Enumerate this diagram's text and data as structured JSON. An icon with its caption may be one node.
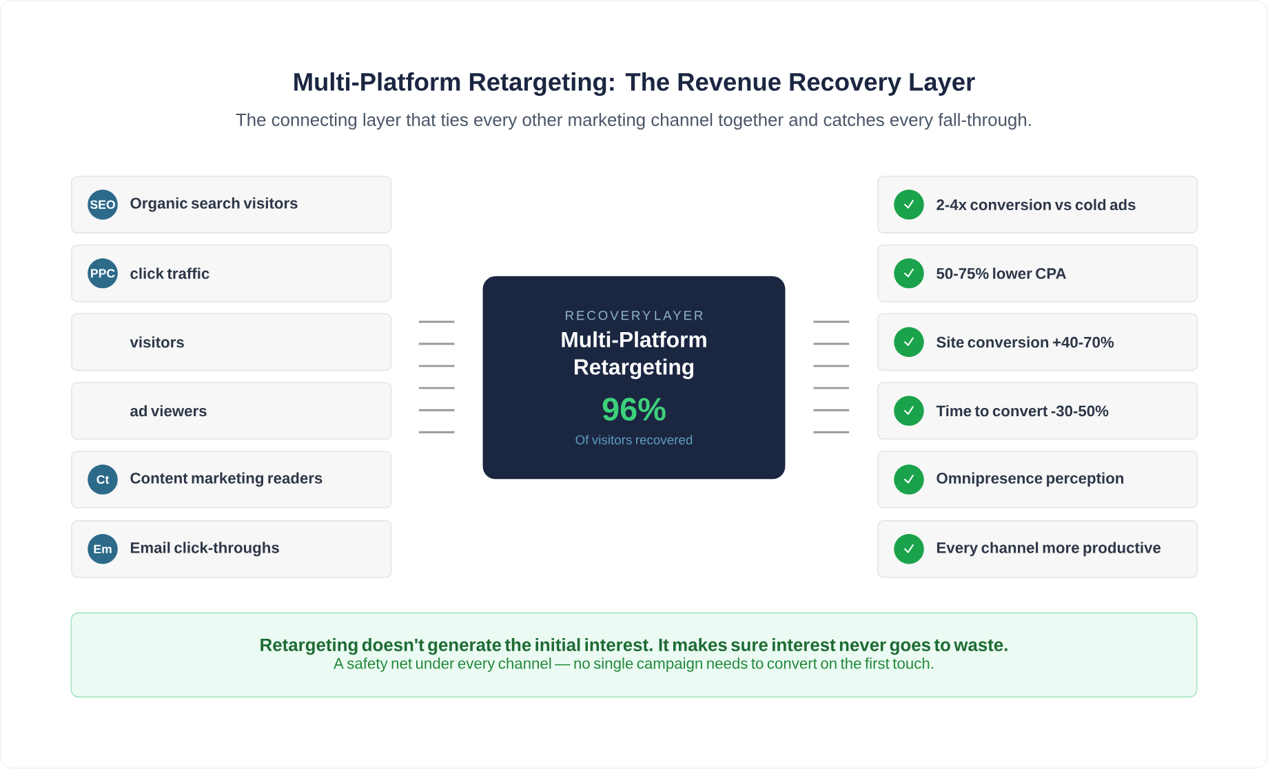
{
  "diagram": {
    "title": "Multi-Platform Retargeting: The Revenue Recovery Layer",
    "nodes": [
      {
        "text": [
          "Organic search visitors"
        ]
      },
      {
        "text": [
          "SEO"
        ],
        "in": 0
      },
      {
        "text": [
          "click traffic"
        ]
      },
      {
        "text": [
          "PPC"
        ],
        "in": 2
      },
      {
        "text": [
          "visitors"
        ]
      },
      {
        "text": [
          "ad viewers"
        ]
      },
      {
        "text": [
          "Content marketing readers"
        ]
      },
      {
        "text": [
          "Ct"
        ],
        "in": 6
      },
      {
        "text": [
          "Email click-throughs"
        ]
      },
      {
        "text": [
          "Em"
        ],
        "in": 8
      },
      {
        "text": [
          "RECOVERY LAYER",
          "Multi-Platform Retargeting",
          "96%",
          "Of visitors recovered"
        ]
      },
      {
        "text": [
          "2-4x conversion vs cold ads"
        ]
      },
      {
        "text": [
          "50-75% lower CPA"
        ]
      },
      {
        "text": [
          "Site conversion +40-70%"
        ]
      },
      {
        "text": [
          "Time to convert -30-50%"
        ]
      },
      {
        "text": [
          "Omnipresence perception"
        ]
      },
      {
        "text": [
          "Every channel more productive"
        ]
      },
      {
        "text": [
          "Retargeting doesn't generate the initial interest. It makes sure interest never goes to waste.",
          "A safety net under every channel — no single campaign needs to convert on the first touch."
        ]
      }
    ],
    "labels": [
      "The connecting layer that ties every other marketing channel together and catches every fall-through."
    ]
  }
}
